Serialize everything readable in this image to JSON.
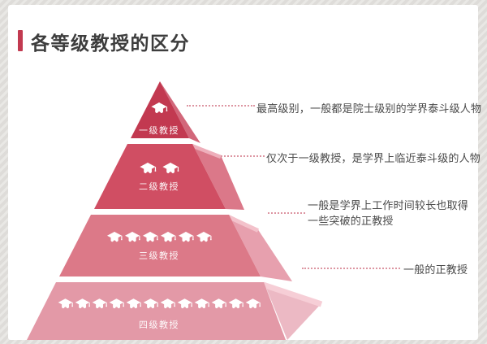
{
  "title": "各等级教授的区分",
  "colors": {
    "accent": "#c23a50",
    "leader_line": "#dd96a2",
    "card_background": "#ffffff",
    "frame_background": "#e2e0dc"
  },
  "pyramid": {
    "levels": [
      {
        "name": "一级教授",
        "caps": 1,
        "front_color": "#c23950",
        "side_color": "#d2677a",
        "ledge_color": "#e39aa8",
        "description": "最高级别，一般都是院士级别的学界泰斗级人物"
      },
      {
        "name": "二级教授",
        "caps": 2,
        "front_color": "#d04e63",
        "side_color": "#db7889",
        "ledge_color": "#eeafbb",
        "description": "仅次于一级教授，是学界上临近泰斗级的人物"
      },
      {
        "name": "三级教授",
        "caps": 6,
        "front_color": "#dc7988",
        "side_color": "#e7a0ae",
        "ledge_color": "#f3c2cb",
        "description": "一般是学界上工作时间较长也取得\n一些突破的正教授"
      },
      {
        "name": "四级教授",
        "caps": 12,
        "front_color": "#e399a7",
        "side_color": "#ecb9c4",
        "ledge_color": "#f6ced6",
        "description": "一般的正教授"
      }
    ]
  }
}
